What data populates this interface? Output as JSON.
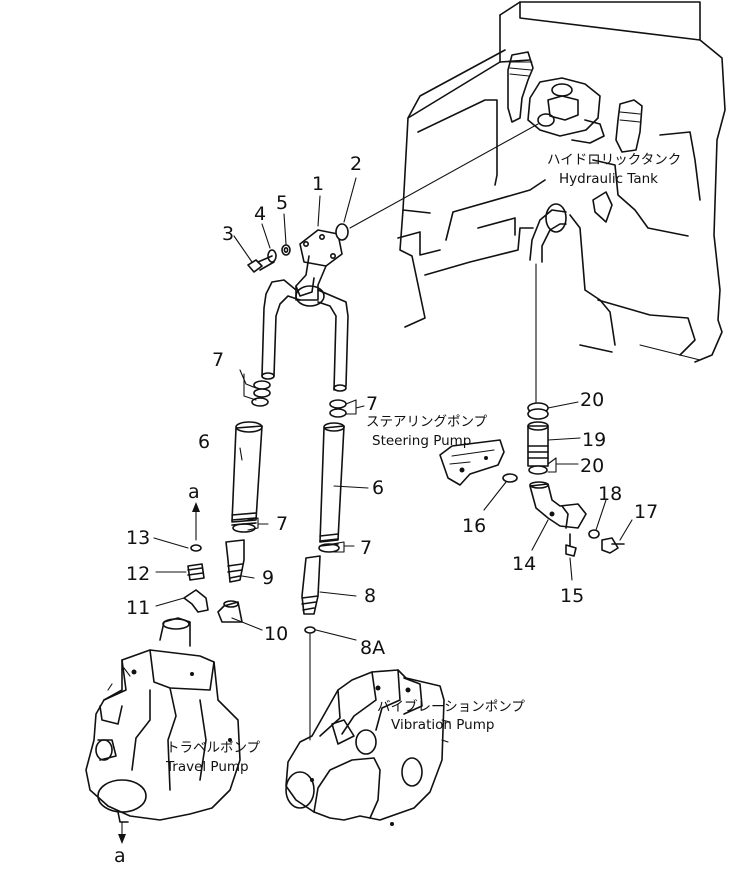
{
  "tank": {
    "jp": "ハイドロリックタンク",
    "en": "Hydraulic Tank"
  },
  "steering": {
    "jp": "ステアリングポンプ",
    "en": "Steering Pump"
  },
  "vibration": {
    "jp": "バイブレーションポンプ",
    "en": "Vibration Pump"
  },
  "travel": {
    "jp": "トラベルポンプ",
    "en": "Travel Pump"
  },
  "ref_top": "a",
  "ref_bottom": "a",
  "callouts": {
    "p1": "1",
    "p2": "2",
    "p3": "3",
    "p4": "4",
    "p5": "5",
    "p6a": "6",
    "p6b": "6",
    "p7a": "7",
    "p7b": "7",
    "p7c": "7",
    "p7d": "7",
    "p8": "8",
    "p8A": "8A",
    "p9": "9",
    "p10": "10",
    "p11": "11",
    "p12": "12",
    "p13": "13",
    "p14": "14",
    "p15": "15",
    "p16": "16",
    "p17": "17",
    "p18": "18",
    "p19": "19",
    "p20a": "20",
    "p20b": "20"
  }
}
